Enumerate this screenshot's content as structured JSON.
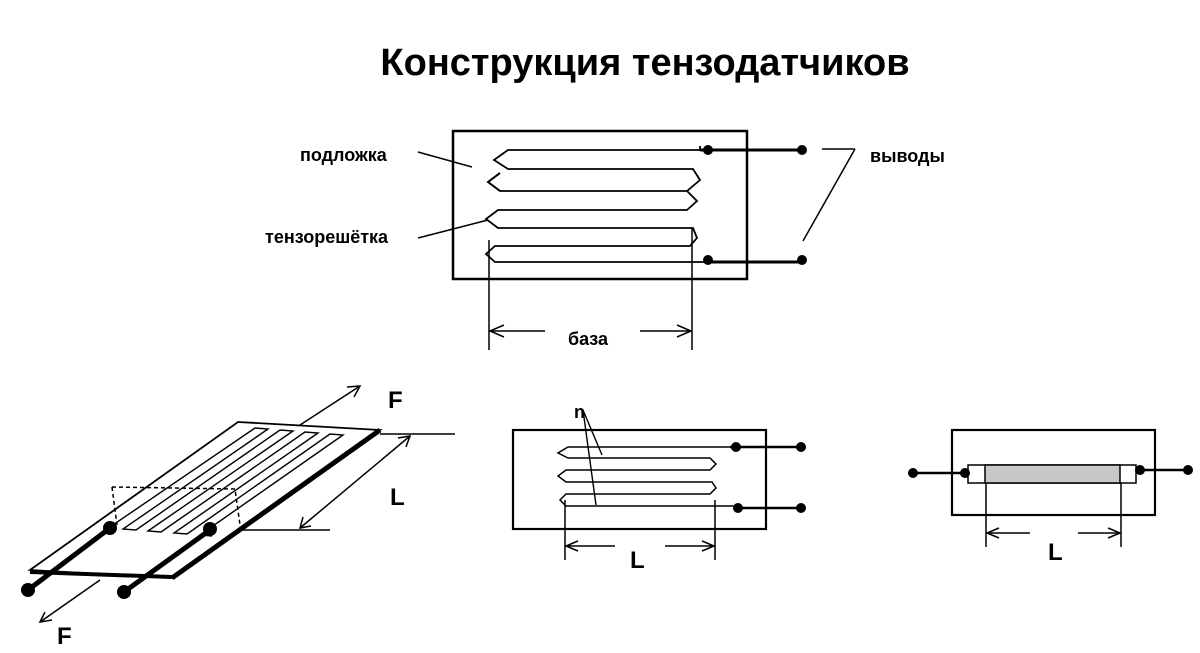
{
  "title": "Конструкция тензодатчиков",
  "labels": {
    "substrate": "подложка",
    "grid": "тензорешётка",
    "leads": "выводы",
    "base": "база",
    "force_top": "F",
    "force_bottom": "F",
    "length_left": "L",
    "turns_n": "n",
    "length_mid": "L",
    "length_right": "L"
  },
  "colors": {
    "ink": "#000000",
    "element_fill": "#c8c8c8",
    "background": "#ffffff"
  }
}
